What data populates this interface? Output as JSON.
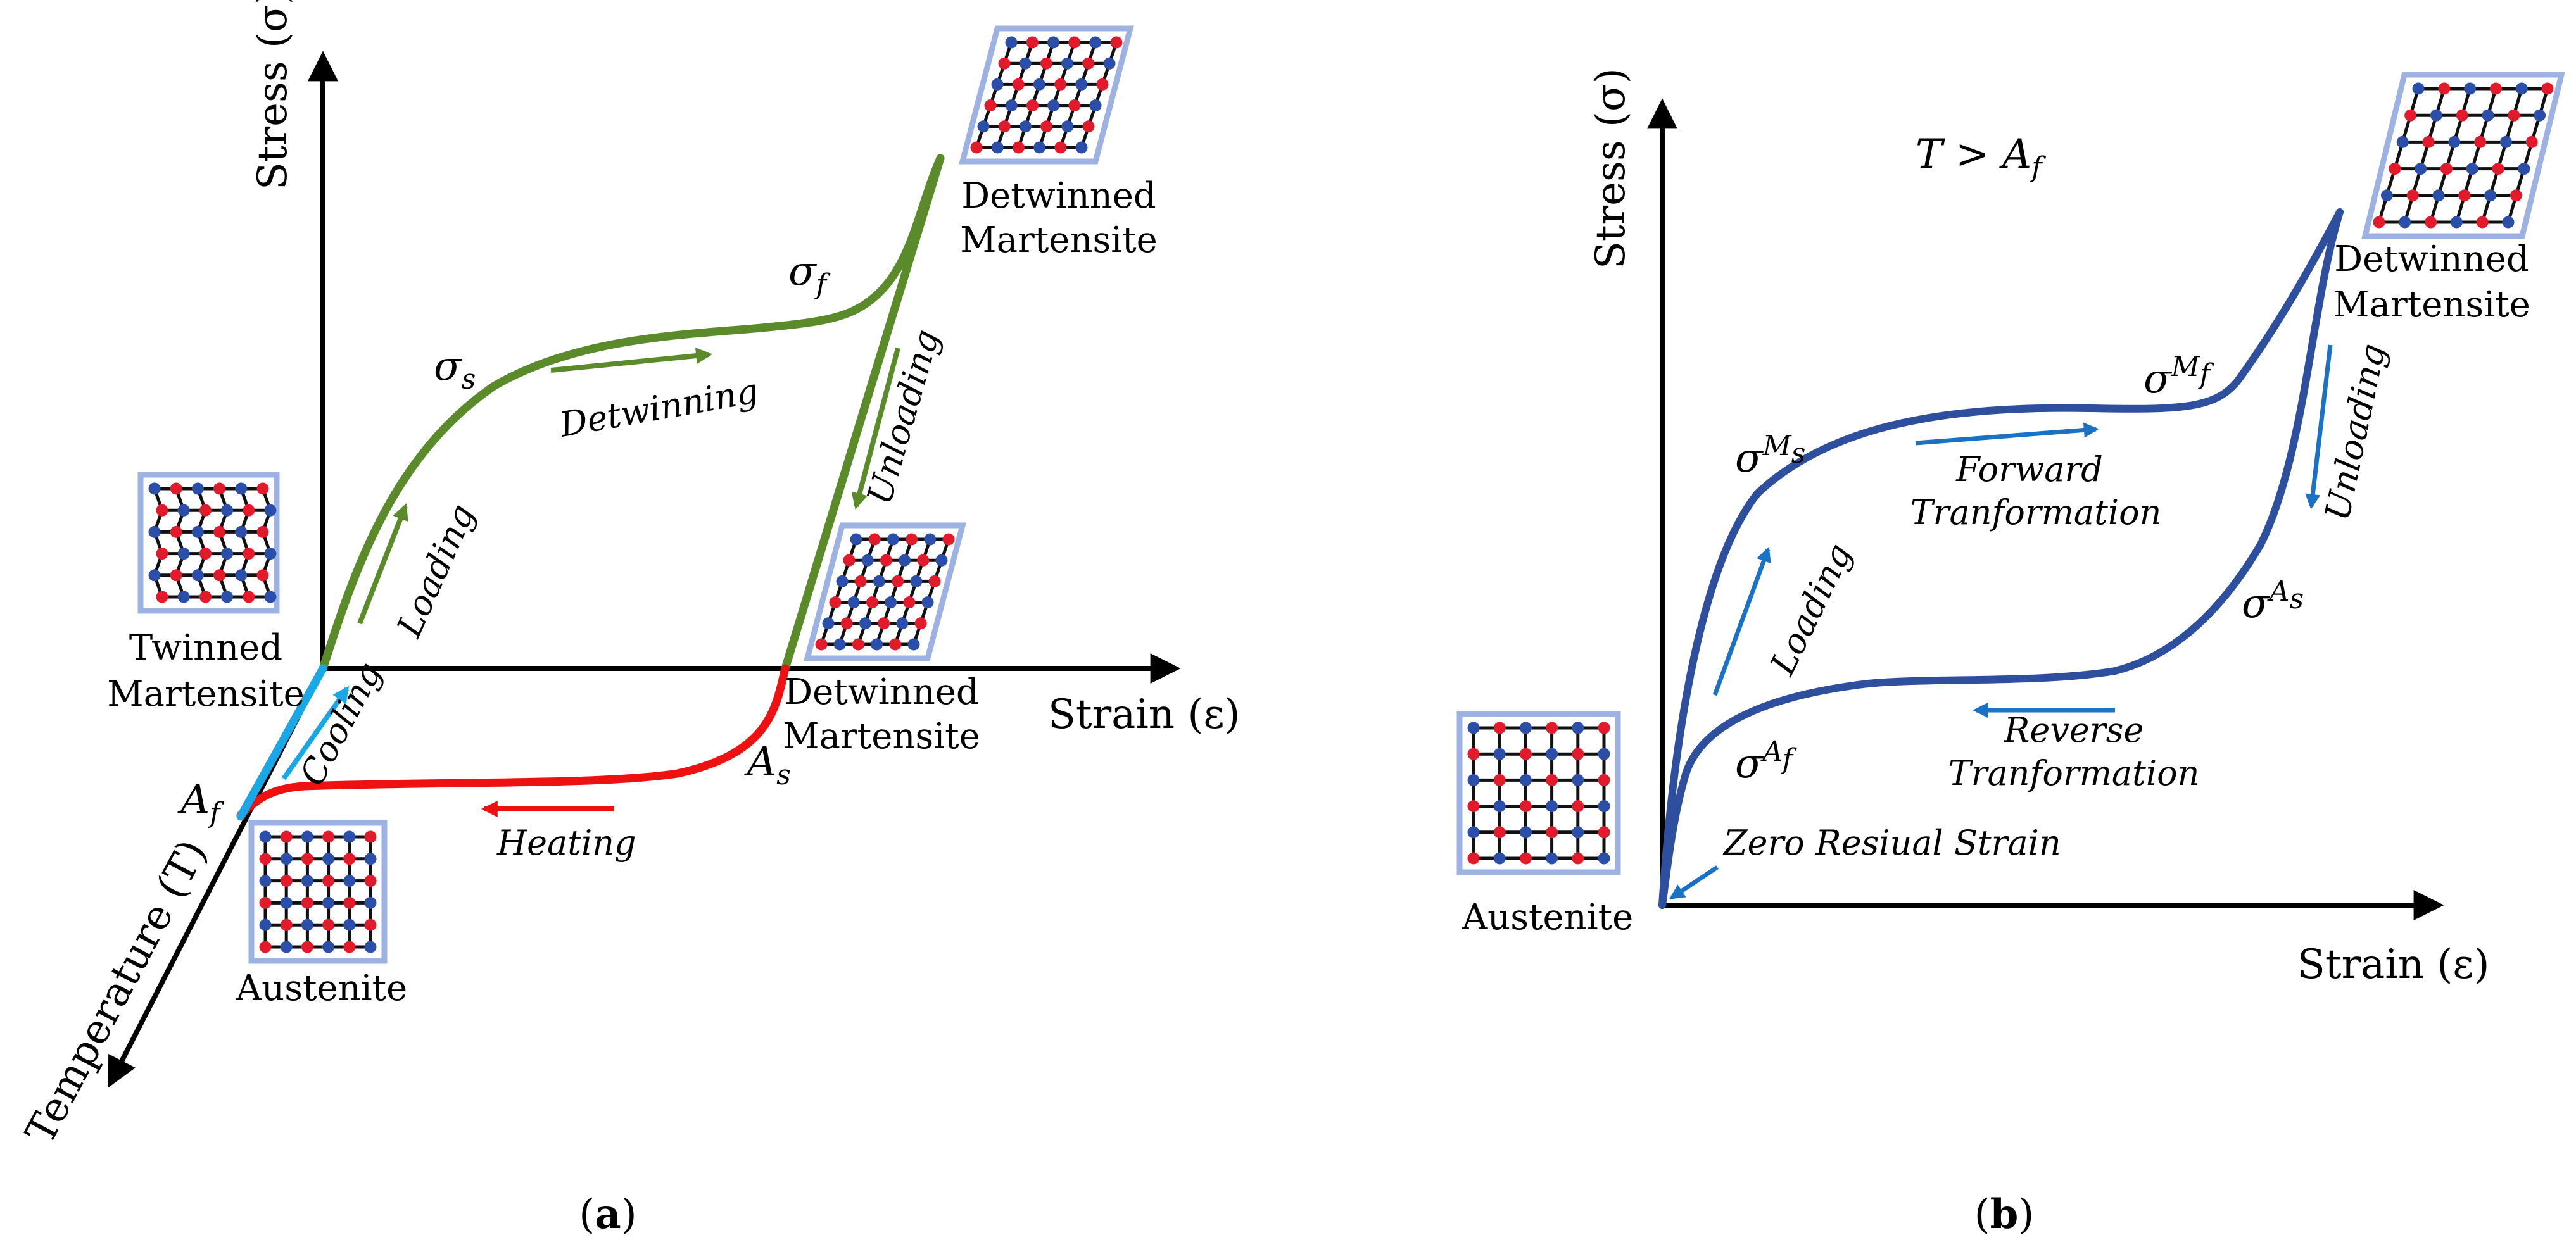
{
  "colors": {
    "axis": "#000000",
    "martensite_curve": "#5a8a2a",
    "heating_curve": "#ee1111",
    "cooling_line": "#19a7e6",
    "pseudo_curve": "#2e4f9e",
    "annotation_arrow": "#1a72c4",
    "crystal_frame": "#9db2e2",
    "atom_red": "#e21b2c",
    "atom_blue": "#2b4ea8",
    "bond": "#111111"
  },
  "panel_a": {
    "stress_axis": "Stress (σ)",
    "strain_axis": "Strain (ε)",
    "temperature_axis": "Temperature (T)",
    "twinned": [
      "Twinned",
      "Martensite"
    ],
    "detwinned_top": [
      "Detwinned",
      "Martensite"
    ],
    "detwinned_bottom": [
      "Detwinned",
      "Martensite"
    ],
    "austenite": "Austenite",
    "sigma_s": {
      "base": "σ",
      "sub": "s"
    },
    "sigma_f": {
      "base": "σ",
      "sub": "f"
    },
    "A_f": {
      "base": "A",
      "sub": "f"
    },
    "A_s": {
      "base": "A",
      "sub": "s"
    },
    "loading": "Loading",
    "detwinning": "Detwinning",
    "unloading": "Unloading",
    "cooling": "Cooling",
    "heating": "Heating",
    "caption": {
      "open": "(",
      "letter": "a",
      "close": ")"
    }
  },
  "panel_b": {
    "stress_axis": "Stress (σ)",
    "strain_axis": "Strain (ε)",
    "condition": {
      "lhs": "T > A",
      "sub": "f"
    },
    "detwinned": [
      "Detwinned",
      "Martensite"
    ],
    "austenite": "Austenite",
    "sigma_Ms": {
      "base": "σ",
      "sup": "M",
      "supsub": "s"
    },
    "sigma_Mf": {
      "base": "σ",
      "sup": "M",
      "supsub": "f"
    },
    "sigma_As": {
      "base": "σ",
      "sup": "A",
      "supsub": "s"
    },
    "sigma_Af": {
      "base": "σ",
      "sup": "A",
      "supsub": "f"
    },
    "loading": "Loading",
    "forward": [
      "Forward",
      "Tranformation"
    ],
    "reverse": [
      "Reverse",
      "Tranformation"
    ],
    "unloading": "Unloading",
    "zero": "Zero Resiual Strain",
    "caption": {
      "open": "(",
      "letter": "b",
      "close": ")"
    }
  }
}
